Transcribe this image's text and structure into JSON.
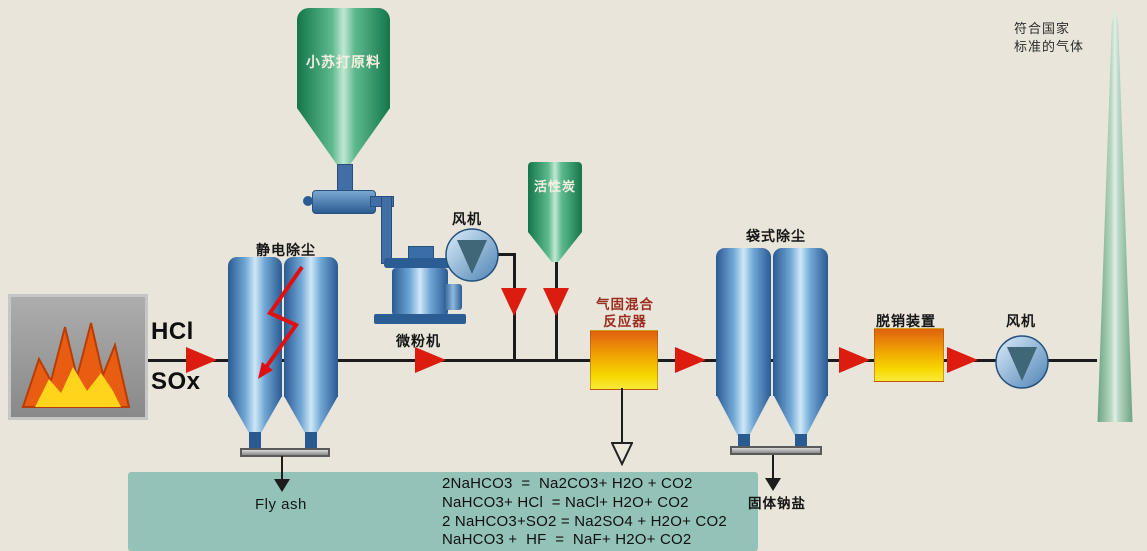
{
  "furnace": {
    "hcl": "HCl",
    "sox": "SOx"
  },
  "esp": {
    "label": "静电除尘",
    "flyash": "Fly ash"
  },
  "silo": {
    "label": "小苏打原料"
  },
  "mill": {
    "label": "微粉机"
  },
  "fan1": {
    "label": "风机"
  },
  "carbon": {
    "label": "活性炭"
  },
  "reactor": {
    "label1": "气固混合",
    "label2": "反应器"
  },
  "bagfilter": {
    "label": "袋式除尘",
    "salt": "固体钠盐"
  },
  "denox": {
    "label": "脱销装置"
  },
  "fan2": {
    "label": "风机"
  },
  "stack": {
    "label1": "符合国家",
    "label2": "标准的气体"
  },
  "equations": [
    "2NaHCO3  =  Na2CO3+ H2O + CO2",
    "NaHCO3+ HCl  = NaCl+ H2O+ CO2",
    "2 NaHCO3+SO2 = Na2SO4 + H2O+ CO2",
    "NaHCO3 +  HF  =  NaF+ H2O+ CO2"
  ],
  "colors": {
    "background": "#e9e5da",
    "flow_arrow_red": "#dd1c10",
    "vessel_blue": "#2a5a92",
    "silo_green": "#14754b",
    "reactor_orange": "#e0600f",
    "reactor_yellow": "#f7d900",
    "panel_teal": "#93c2b9"
  }
}
